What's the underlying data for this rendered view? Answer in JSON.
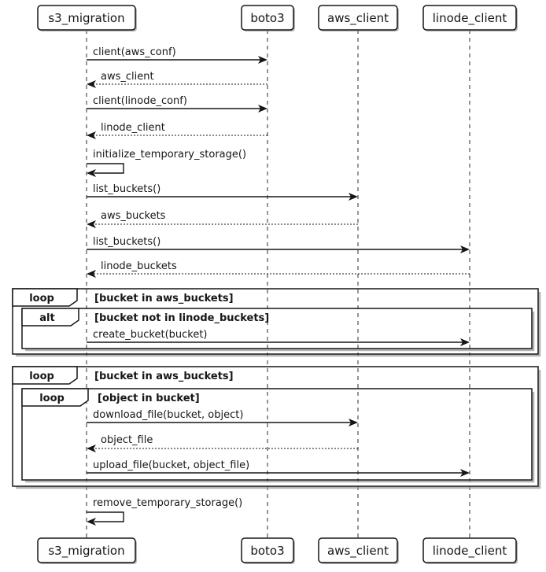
{
  "diagram": {
    "type": "sequence",
    "colors": {
      "stroke": "#161616",
      "background": "#ffffff",
      "shadow": "#9c9c9c"
    },
    "participants": [
      {
        "name": "s3_migration"
      },
      {
        "name": "boto3"
      },
      {
        "name": "aws_client"
      },
      {
        "name": "linode_client"
      }
    ],
    "messages": [
      {
        "from": "s3_migration",
        "to": "boto3",
        "label": "client(aws_conf)",
        "style": "solid"
      },
      {
        "from": "boto3",
        "to": "s3_migration",
        "label": "aws_client",
        "style": "dashed-return"
      },
      {
        "from": "s3_migration",
        "to": "boto3",
        "label": "client(linode_conf)",
        "style": "solid"
      },
      {
        "from": "boto3",
        "to": "s3_migration",
        "label": "linode_client",
        "style": "dashed-return"
      },
      {
        "from": "s3_migration",
        "to": "s3_migration",
        "label": "initialize_temporary_storage()",
        "style": "self"
      },
      {
        "from": "s3_migration",
        "to": "aws_client",
        "label": "list_buckets()",
        "style": "solid"
      },
      {
        "from": "aws_client",
        "to": "s3_migration",
        "label": "aws_buckets",
        "style": "dashed-return"
      },
      {
        "from": "s3_migration",
        "to": "linode_client",
        "label": "list_buckets()",
        "style": "solid"
      },
      {
        "from": "linode_client",
        "to": "s3_migration",
        "label": "linode_buckets",
        "style": "dashed-return"
      },
      {
        "from": "s3_migration",
        "to": "linode_client",
        "label": "create_bucket(bucket)",
        "style": "solid"
      },
      {
        "from": "s3_migration",
        "to": "aws_client",
        "label": "download_file(bucket, object)",
        "style": "solid"
      },
      {
        "from": "aws_client",
        "to": "s3_migration",
        "label": "object_file",
        "style": "dashed-return"
      },
      {
        "from": "s3_migration",
        "to": "linode_client",
        "label": "upload_file(bucket, object_file)",
        "style": "solid"
      },
      {
        "from": "s3_migration",
        "to": "s3_migration",
        "label": "remove_temporary_storage()",
        "style": "self"
      }
    ],
    "frames": [
      {
        "operator": "loop",
        "condition": "[bucket in aws_buckets]"
      },
      {
        "operator": "alt",
        "condition": "[bucket not in linode_buckets]"
      },
      {
        "operator": "loop",
        "condition": "[bucket in aws_buckets]"
      },
      {
        "operator": "loop",
        "condition": "[object in bucket]"
      }
    ]
  }
}
